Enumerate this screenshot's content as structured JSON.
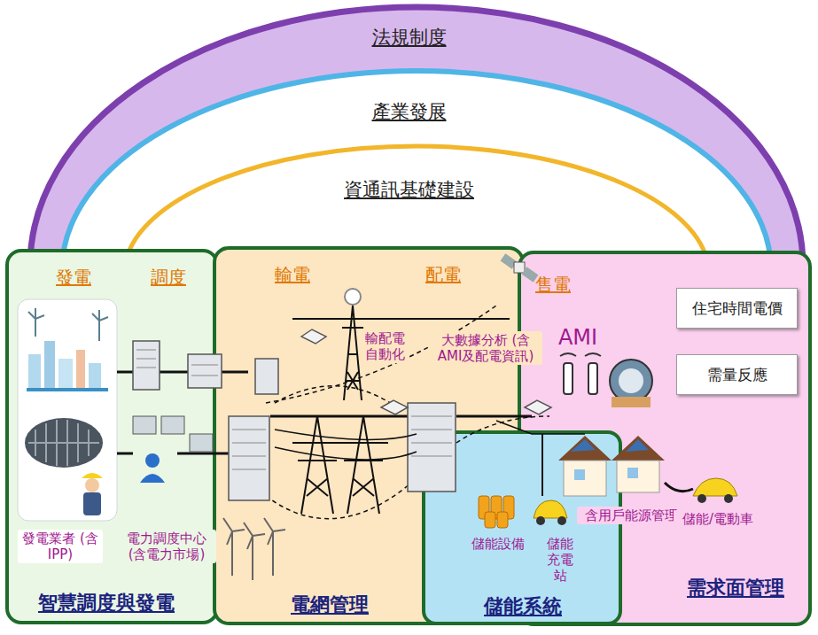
{
  "diagram": {
    "nodes": [
      {
        "text": [
          "法規制度"
        ]
      },
      {
        "text": [
          "產業發展"
        ]
      },
      {
        "text": [
          "資通訊基礎建設"
        ]
      },
      {
        "text": [
          "發電",
          "調度",
          "智慧調度與發電"
        ]
      },
      {
        "text": [
          "輸電",
          "配電",
          "電網管理"
        ]
      },
      {
        "text": [
          "售電",
          "需求面管理"
        ]
      },
      {
        "text": [
          "住宅時間電價"
        ],
        "in": 5
      },
      {
        "text": [
          "需量反應"
        ],
        "in": 5
      },
      {
        "text": [
          "儲能系統"
        ]
      }
    ],
    "labels": [
      "發電業者 (含IPP)",
      "電力調度中心 (含電力市場)",
      "輸配電自動化",
      "大數據分析 (含AMI及配電資訊)",
      "AMI",
      "儲能設備",
      "儲能 充電站",
      "含用戶能源管理",
      "儲能/電動車"
    ]
  }
}
